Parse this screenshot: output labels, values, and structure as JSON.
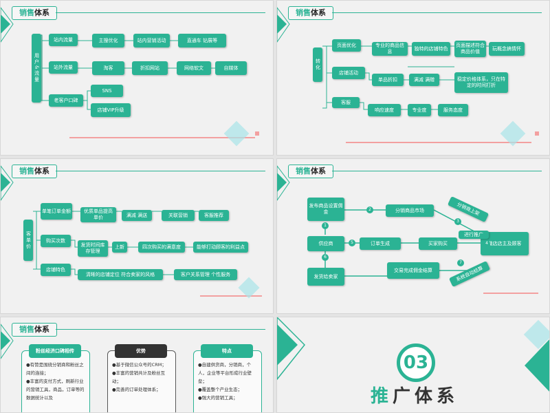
{
  "colors": {
    "accent": "#2bb394",
    "dark": "#333333",
    "pink": "#f3a0a0",
    "cyan": "#a8e4e8"
  },
  "slide_title": {
    "a": "销售",
    "b": "体系"
  },
  "slide1": {
    "root": "用户&流量",
    "level1": [
      "站内流量",
      "站外流量",
      "老客户口碑"
    ],
    "row1": [
      "主搜优化",
      "站内营销活动",
      "直通车 钻展等"
    ],
    "row2": [
      "淘客",
      "折扣网站",
      "网络软文",
      "自媒体"
    ],
    "row3": [
      "SNS",
      "店铺VIP升级"
    ]
  },
  "slide2": {
    "root": "转化",
    "level1": [
      "页面优化",
      "店铺活动",
      "客服"
    ],
    "row1": [
      "专业的商品信息",
      "独特的店铺特色",
      "页面描述符合商品价值",
      "玩概念搞情怀"
    ],
    "row2": [
      "单品折扣",
      "满减 满赠",
      "稳定价格体系，只在特定的时间打折"
    ],
    "row3": [
      "响应速度",
      "专业度",
      "服务态度"
    ]
  },
  "slide3": {
    "root": "客单价",
    "level1": [
      "单笔订单金额",
      "购买次数",
      "店铺特色"
    ],
    "row1": [
      "优质单品提高单价",
      "满减 满送",
      "关联营销",
      "客服推荐"
    ],
    "row2": [
      "发货时间库存管理",
      "上新",
      "四次购买的满意度",
      "能够打动顾客的利益点"
    ],
    "row3": [
      "清晰的店铺定位 符合卖家的风格",
      "客户关系管理 个性服务"
    ]
  },
  "slide4": {
    "nodes": {
      "publish": "发布商品设置佣金",
      "market": "分销商品市场",
      "supplier": "供应商",
      "order": "订单生成",
      "buyer": "买家购买",
      "ship": "发货给卖家",
      "settle": "交易完成佣金结算",
      "shop": "微店店主及顾客"
    },
    "tags": {
      "t3": "分销商上架",
      "t4": "进行推广",
      "t7": "系统自动结算"
    },
    "numbers": [
      "1",
      "2",
      "3",
      "4",
      "5",
      "6",
      "7"
    ]
  },
  "slide5": {
    "cards": [
      {
        "title": "粉丝经济口碑相传",
        "items": [
          "●有赞是围绕分销商和粉丝之间的连接；",
          "●丰富的支付方式，刷新行业的营销工具，商品，订单等的数据统计以及"
        ]
      },
      {
        "title": "优势",
        "items": [
          "●基于微信公众号的CRM；",
          "●丰富的营销共计及粉丝互动；",
          "●完善的订单处理体系；"
        ]
      },
      {
        "title": "特点",
        "items": [
          "●自建供货商，分销商，个人，企业等平台形成行业壁垒；",
          "●覆盖整个产业生态；",
          "●强大的营销工具；"
        ]
      }
    ]
  },
  "slide6": {
    "number": "03",
    "title_a": "推",
    "title_b": "广体系"
  }
}
